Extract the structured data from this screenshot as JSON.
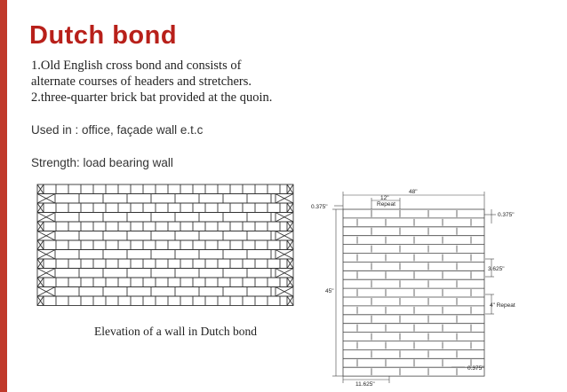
{
  "slide": {
    "title": "Dutch bond",
    "lines": [
      "1.Old English cross bond and consists of",
      "alternate courses of headers and stretchers.",
      "2.three-quarter brick bat provided at the quoin."
    ],
    "used_in": "Used in : office, façade wall e.t.c",
    "strength": "Strength:  load bearing wall"
  },
  "figure_left": {
    "caption": "Elevation of a wall in Dutch bond"
  },
  "figure_right": {
    "dims": {
      "top_width": "48\"",
      "repeat_12": "12\"",
      "repeat_word": "Repeat",
      "left_offset": "0.375\"",
      "right_offset": "0.375\"",
      "height": "45\"",
      "course_height": "3.625\"",
      "repeat_4": "4\" Repeat",
      "bottom_width": "11.625\"",
      "bottom_offset": "0.375\""
    }
  }
}
